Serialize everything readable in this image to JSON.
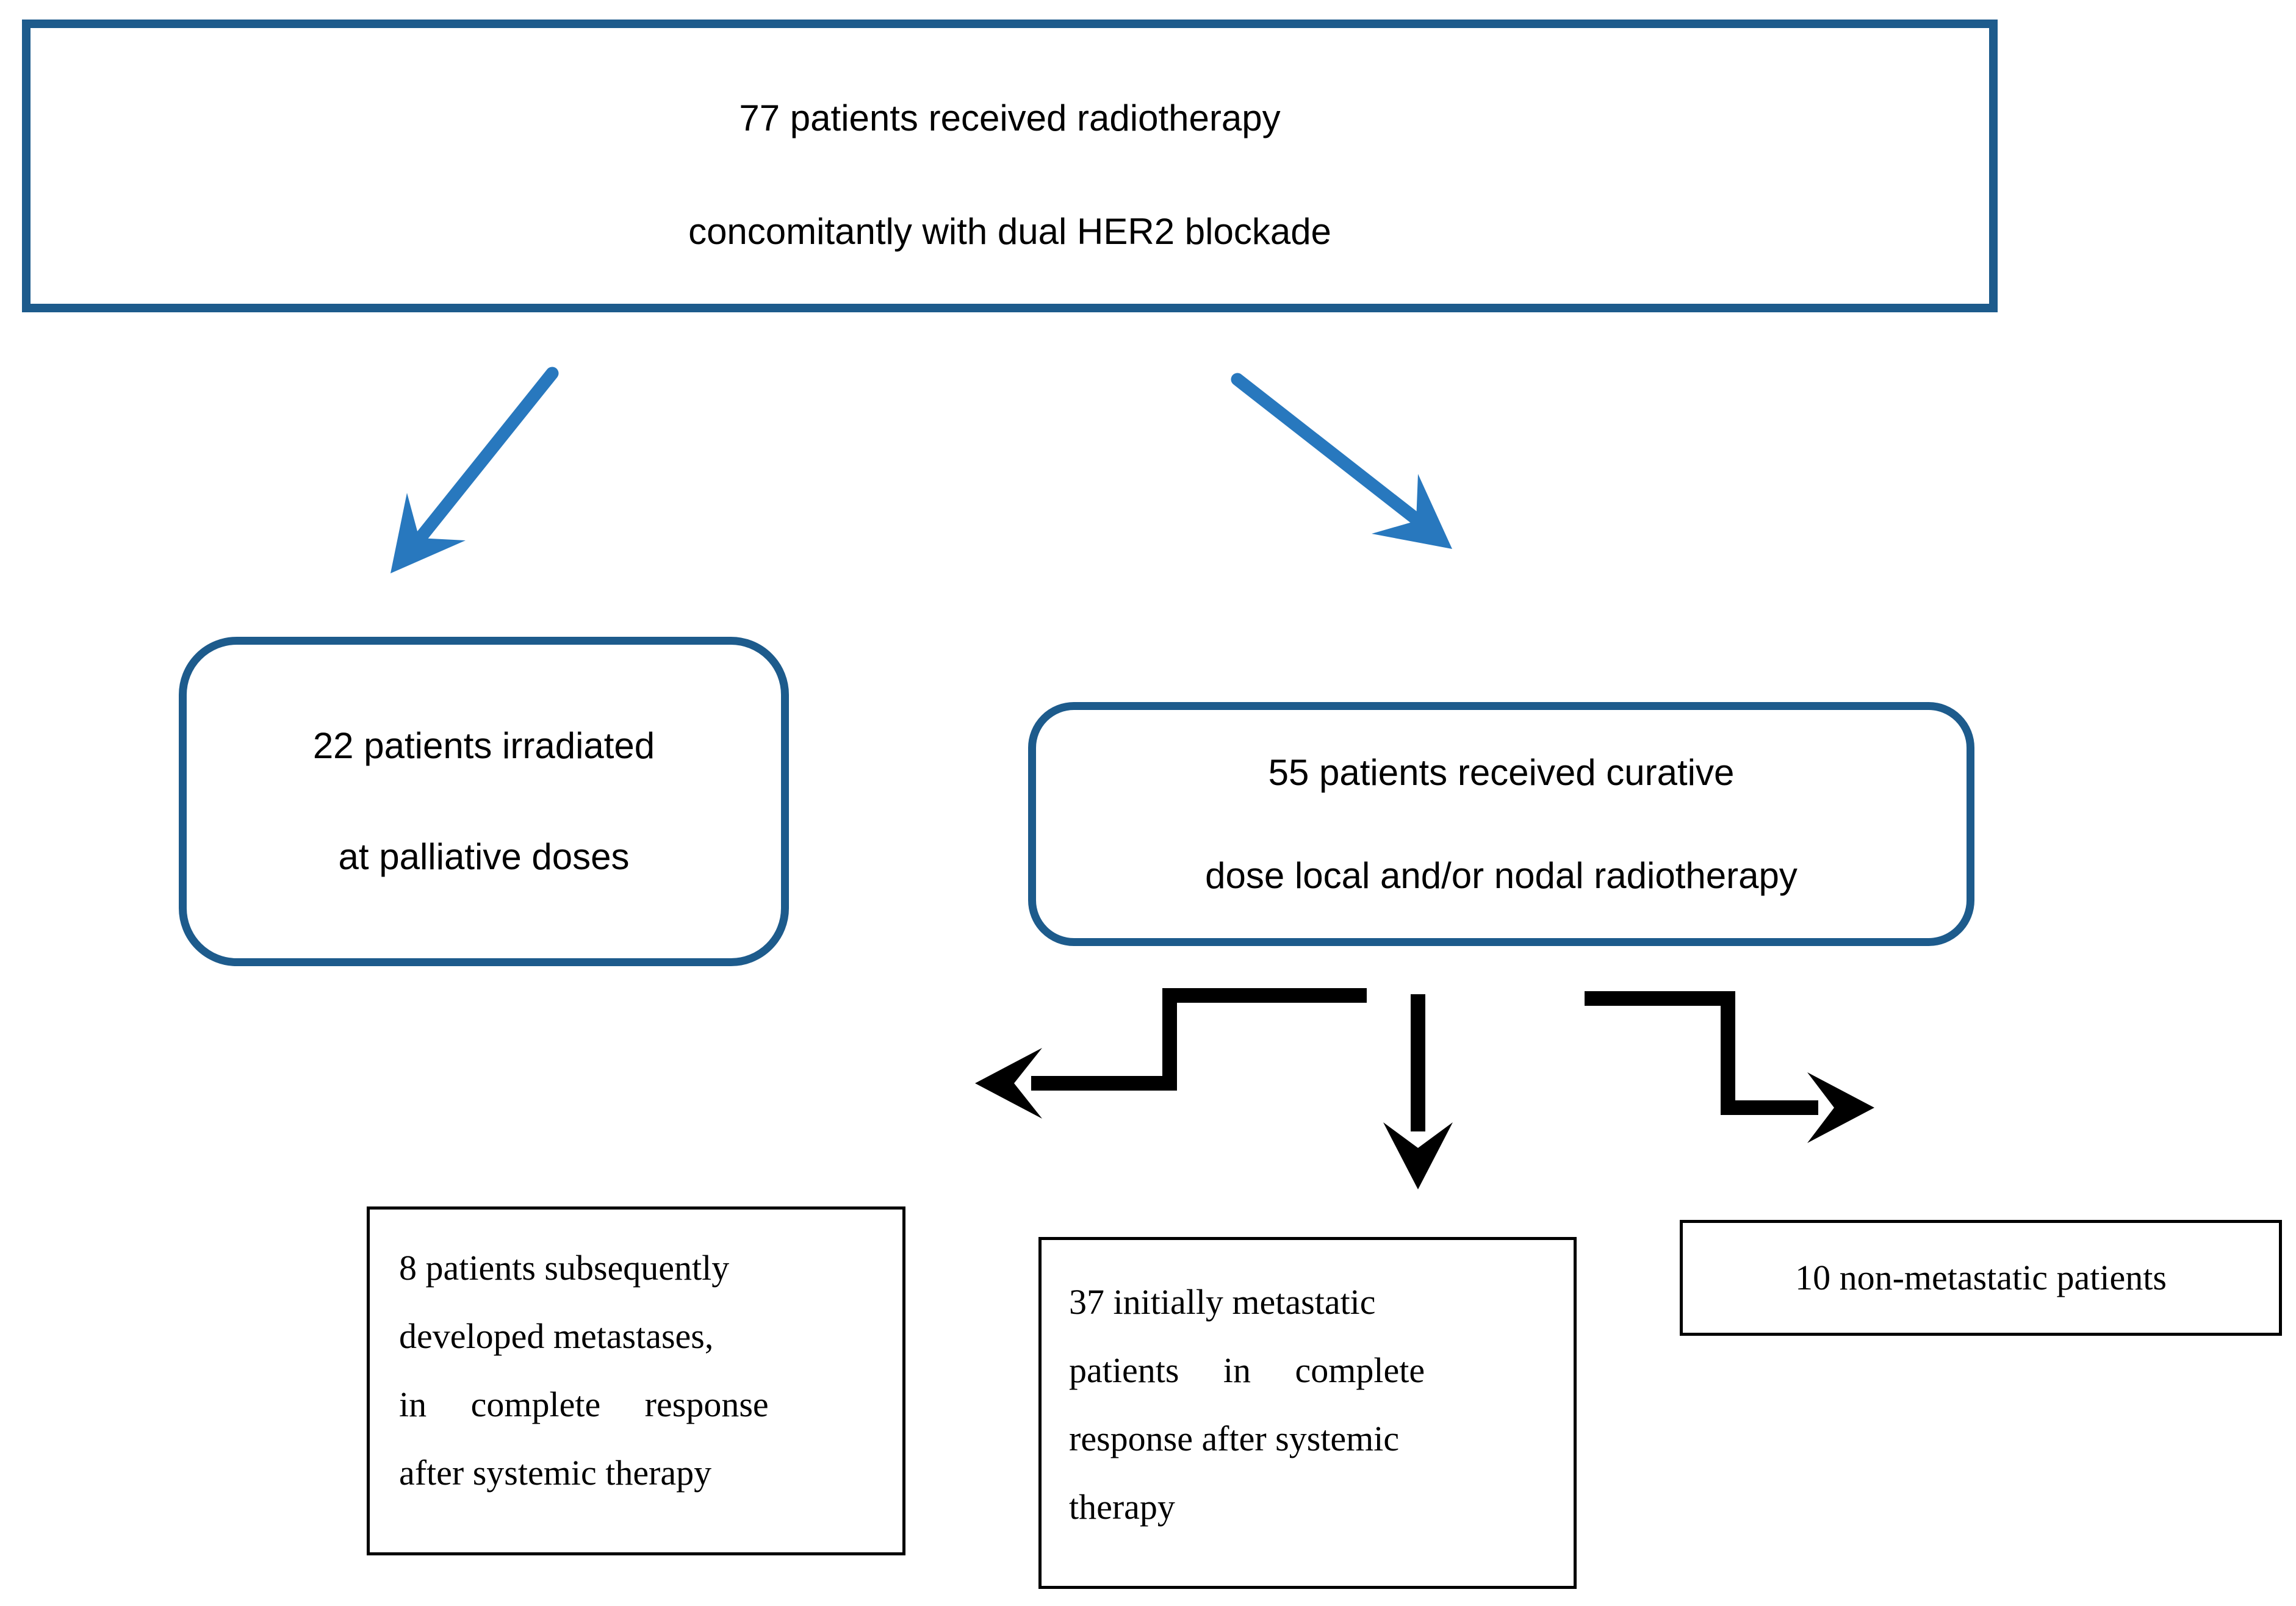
{
  "figure": {
    "kind": "patient-flow-diagram"
  },
  "colors": {
    "box_border_blue": "#1D5B8C",
    "arrow_blue": "#2878BE",
    "arrow_black": "#000000",
    "box_border_black": "#000000",
    "text_color": "#000000"
  },
  "top_box": {
    "lines": [
      "77 patients received radiotherapy",
      "concomitantly with dual HER2 blockade"
    ]
  },
  "left_box": {
    "lines": [
      "22 patients irradiated",
      "at palliative doses"
    ]
  },
  "right_box": {
    "lines": [
      "55 patients received curative",
      "dose local and/or nodal radiotherapy"
    ]
  },
  "bottom_left_box": {
    "lines": [
      "8 patients subsequently",
      "developed metastases,",
      "in complete response",
      "after systemic therapy"
    ]
  },
  "bottom_middle_box": {
    "lines": [
      "37 initially metastatic",
      "patients in complete",
      "response after systemic",
      "therapy"
    ]
  },
  "bottom_right_box": {
    "lines": [
      "10 non-metastatic patients"
    ]
  }
}
